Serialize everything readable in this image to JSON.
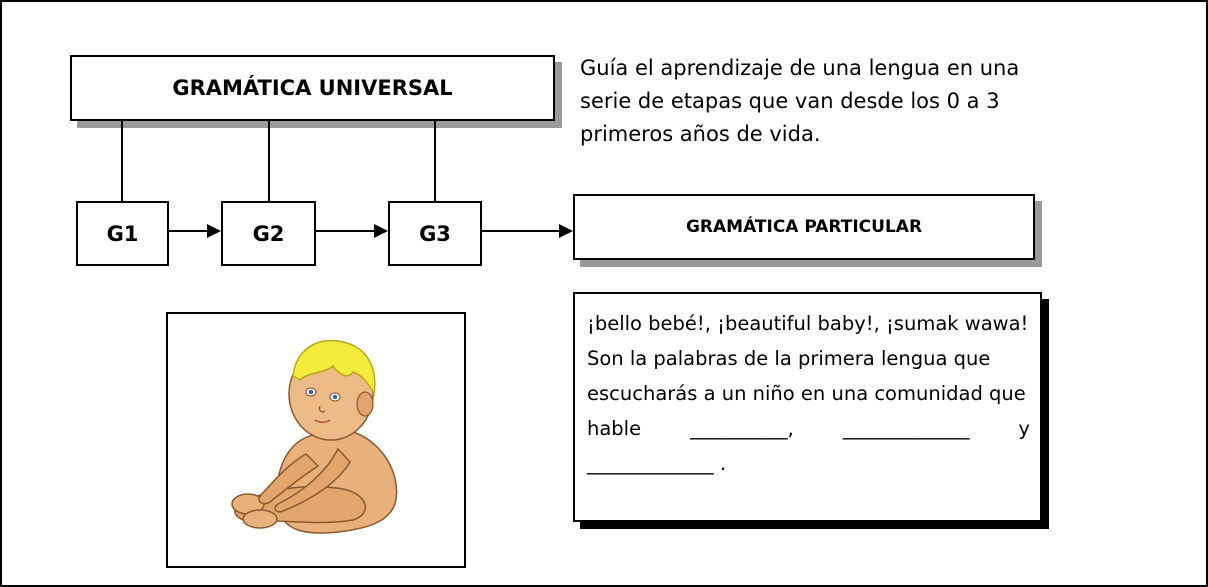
{
  "diagram": {
    "universal_label": "GRAMÁTICA UNIVERSAL",
    "stages": [
      "G1",
      "G2",
      "G3"
    ],
    "particular_label": "GRAMÁTICA PARTICULAR"
  },
  "description": "Guía el aprendizaje de una lengua en una serie de etapas que van desde los 0 a 3 primeros años de vida.",
  "exercise": {
    "line1": "¡bello bebé!, ¡beautiful baby!, ¡sumak wawa!",
    "line2": "Son la palabras de la primera lengua que",
    "line3": "escucharás a un niño en una comunidad que",
    "line4_start": "hable",
    "blank1": "__________,",
    "blank2": "_____________",
    "conjunction": "y",
    "blank3": "_____________ ."
  },
  "image": {
    "icon": "baby-sitting-clipart"
  }
}
